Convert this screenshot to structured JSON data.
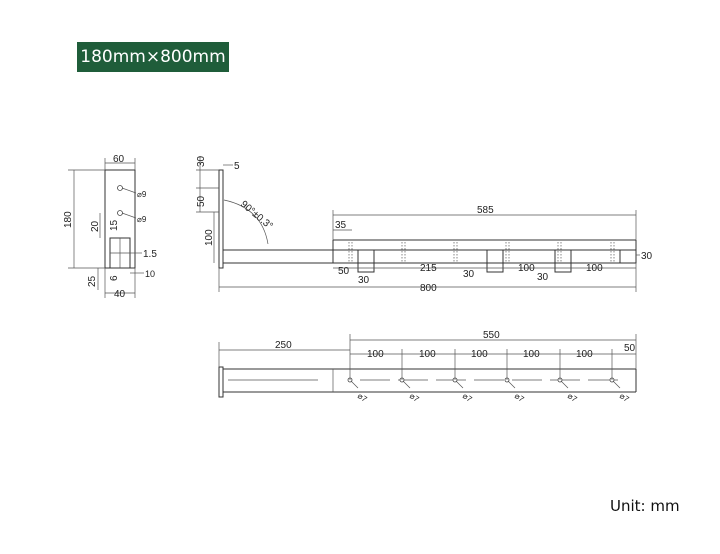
{
  "title": "180mm×800mm",
  "unit_label": "Unit: mm",
  "colors": {
    "badge_bg": "#1f5d3a",
    "line": "#333333"
  },
  "end_view": {
    "width_top": "60",
    "height": "180",
    "hole_a": "⌀9",
    "hole_b": "⌀9",
    "dim_20": "20",
    "dim_15": "15",
    "dim_1_5": "1.5",
    "dim_25": "25",
    "dim_6": "6",
    "dim_10": "10",
    "width_bottom": "40"
  },
  "side_view": {
    "dim_30_top": "30",
    "dim_5": "5",
    "dim_50": "50",
    "angle": "90°±0.3°",
    "dim_100": "100",
    "dim_585": "585",
    "dim_35": "35",
    "dim_30_right": "30",
    "dim_50_low": "50",
    "dim_30_a": "30",
    "dim_215": "215",
    "dim_30_b": "30",
    "dim_100_a": "100",
    "dim_30_c": "30",
    "dim_100_b": "100",
    "dim_800": "800"
  },
  "top_view": {
    "dim_250": "250",
    "dim_550": "550",
    "spacings": [
      "100",
      "100",
      "100",
      "100",
      "100"
    ],
    "dim_50": "50",
    "holes": [
      "⌀7",
      "⌀7",
      "⌀7",
      "⌀7",
      "⌀7",
      "⌀7"
    ]
  }
}
